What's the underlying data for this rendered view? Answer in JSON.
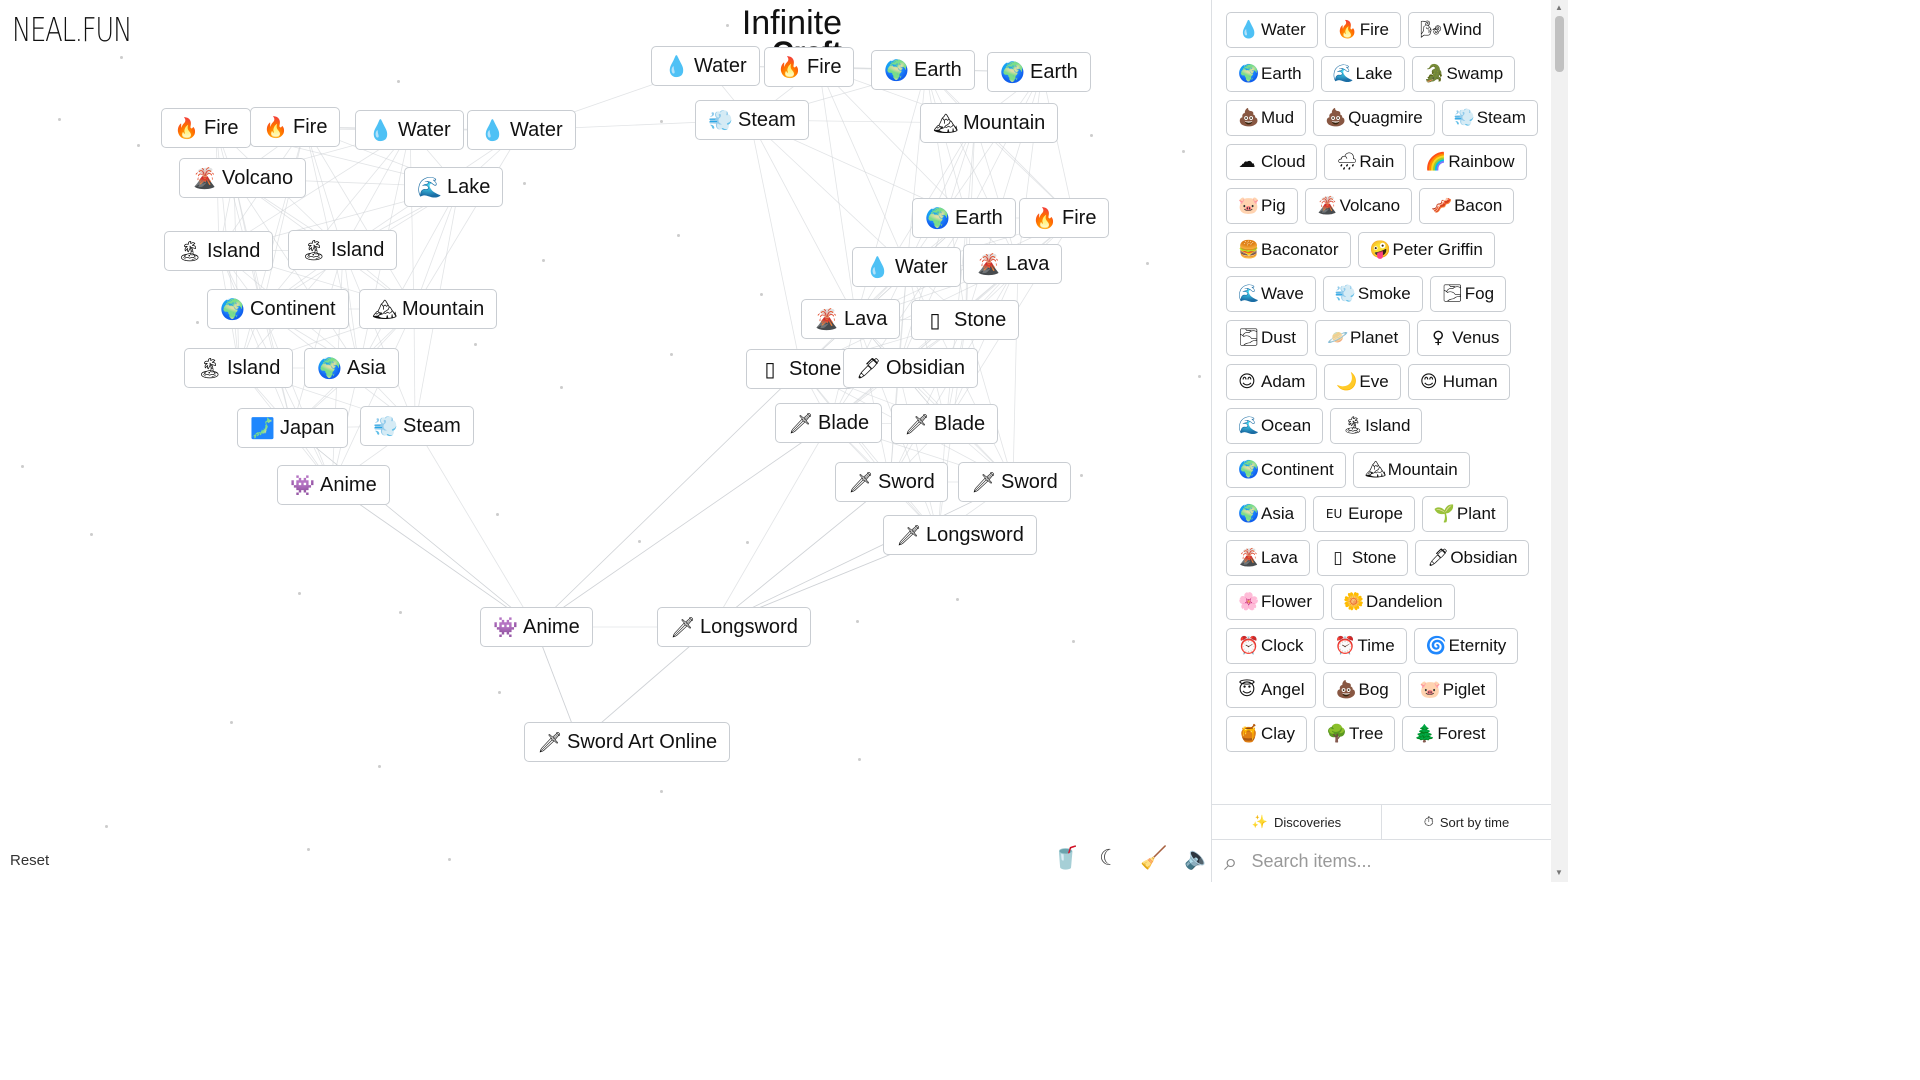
{
  "brand": {
    "logo": "NEAL.FUN",
    "line1": "Infinite",
    "line2": "Craft"
  },
  "canvas_items": [
    {
      "emoji": "💧",
      "name": "Water"
    },
    {
      "emoji": "🔥",
      "name": "Fire"
    },
    {
      "emoji": "🌍",
      "name": "Earth"
    },
    {
      "emoji": "🌍",
      "name": "Earth"
    },
    {
      "emoji": "🔥",
      "name": "Fire"
    },
    {
      "emoji": "🔥",
      "name": "Fire"
    },
    {
      "emoji": "💧",
      "name": "Water"
    },
    {
      "emoji": "💧",
      "name": "Water"
    },
    {
      "emoji": "💨",
      "name": "Steam"
    },
    {
      "emoji": "🏔",
      "name": "Mountain"
    },
    {
      "emoji": "🌋",
      "name": "Volcano"
    },
    {
      "emoji": "🌊",
      "name": "Lake"
    },
    {
      "emoji": "🌍",
      "name": "Earth"
    },
    {
      "emoji": "🔥",
      "name": "Fire"
    },
    {
      "emoji": "🏝",
      "name": "Island"
    },
    {
      "emoji": "🏝",
      "name": "Island"
    },
    {
      "emoji": "💧",
      "name": "Water"
    },
    {
      "emoji": "🌋",
      "name": "Lava"
    },
    {
      "emoji": "🌍",
      "name": "Continent"
    },
    {
      "emoji": "🏔",
      "name": "Mountain"
    },
    {
      "emoji": "🌋",
      "name": "Lava"
    },
    {
      "emoji": "▯",
      "name": "Stone"
    },
    {
      "emoji": "🏝",
      "name": "Island"
    },
    {
      "emoji": "🌍",
      "name": "Asia"
    },
    {
      "emoji": "▯",
      "name": "Stone"
    },
    {
      "emoji": "🖊",
      "name": "Obsidian"
    },
    {
      "emoji": "🗡",
      "name": "Blade"
    },
    {
      "emoji": "🗡",
      "name": "Blade"
    },
    {
      "emoji": "🗾",
      "name": "Japan"
    },
    {
      "emoji": "💨",
      "name": "Steam"
    },
    {
      "emoji": "🗡",
      "name": "Sword"
    },
    {
      "emoji": "🗡",
      "name": "Sword"
    },
    {
      "emoji": "👾",
      "name": "Anime"
    },
    {
      "emoji": "🗡",
      "name": "Longsword"
    },
    {
      "emoji": "👾",
      "name": "Anime"
    },
    {
      "emoji": "🗡",
      "name": "Longsword"
    },
    {
      "emoji": "🗡",
      "name": "Sword Art Online"
    }
  ],
  "sidebar_items": [
    {
      "emoji": "💧",
      "name": "Water"
    },
    {
      "emoji": "🔥",
      "name": "Fire"
    },
    {
      "emoji": "🌬",
      "name": "Wind"
    },
    {
      "emoji": "🌍",
      "name": "Earth"
    },
    {
      "emoji": "🌊",
      "name": "Lake"
    },
    {
      "emoji": "🐊",
      "name": "Swamp"
    },
    {
      "emoji": "💩",
      "name": "Mud"
    },
    {
      "emoji": "💩",
      "name": "Quagmire"
    },
    {
      "emoji": "💨",
      "name": "Steam"
    },
    {
      "emoji": "☁",
      "name": "Cloud"
    },
    {
      "emoji": "🌧",
      "name": "Rain"
    },
    {
      "emoji": "🌈",
      "name": "Rainbow"
    },
    {
      "emoji": "🐷",
      "name": "Pig"
    },
    {
      "emoji": "🌋",
      "name": "Volcano"
    },
    {
      "emoji": "🥓",
      "name": "Bacon"
    },
    {
      "emoji": "🍔",
      "name": "Baconator"
    },
    {
      "emoji": "🤪",
      "name": "Peter Griffin"
    },
    {
      "emoji": "🌊",
      "name": "Wave"
    },
    {
      "emoji": "💨",
      "name": "Smoke"
    },
    {
      "emoji": "🌫",
      "name": "Fog"
    },
    {
      "emoji": "🌫",
      "name": "Dust"
    },
    {
      "emoji": "🪐",
      "name": "Planet"
    },
    {
      "emoji": "♀",
      "name": "Venus"
    },
    {
      "emoji": "😊",
      "name": "Adam"
    },
    {
      "emoji": "🌙",
      "name": "Eve"
    },
    {
      "emoji": "😊",
      "name": "Human"
    },
    {
      "emoji": "🌊",
      "name": "Ocean"
    },
    {
      "emoji": "🏝",
      "name": "Island"
    },
    {
      "emoji": "🌍",
      "name": "Continent"
    },
    {
      "emoji": "🏔",
      "name": "Mountain"
    },
    {
      "emoji": "🌍",
      "name": "Asia"
    },
    {
      "emoji": "EU",
      "name": "Europe"
    },
    {
      "emoji": "🌱",
      "name": "Plant"
    },
    {
      "emoji": "🌋",
      "name": "Lava"
    },
    {
      "emoji": "▯",
      "name": "Stone"
    },
    {
      "emoji": "🖊",
      "name": "Obsidian"
    },
    {
      "emoji": "🌸",
      "name": "Flower"
    },
    {
      "emoji": "🌼",
      "name": "Dandelion"
    },
    {
      "emoji": "⏰",
      "name": "Clock"
    },
    {
      "emoji": "⏰",
      "name": "Time"
    },
    {
      "emoji": "🌀",
      "name": "Eternity"
    },
    {
      "emoji": "😇",
      "name": "Angel"
    },
    {
      "emoji": "💩",
      "name": "Bog"
    },
    {
      "emoji": "🐷",
      "name": "Piglet"
    },
    {
      "emoji": "🍯",
      "name": "Clay"
    },
    {
      "emoji": "🌳",
      "name": "Tree"
    },
    {
      "emoji": "🌲",
      "name": "Forest"
    }
  ],
  "footer": {
    "reset": "Reset"
  },
  "tools": {
    "coffee": "🥤",
    "dark_mode": "☾",
    "clear": "🧹",
    "sound": "🔈"
  },
  "sidebar_tabs": {
    "discoveries": "Discoveries",
    "sort": "Sort by time",
    "discoveries_icon": "✨",
    "sort_icon": "⏱"
  },
  "search": {
    "icon": "⌕",
    "placeholder": "Search items..."
  },
  "colors": {
    "border": "#c9cdd2",
    "line": "#cfd2d6"
  }
}
